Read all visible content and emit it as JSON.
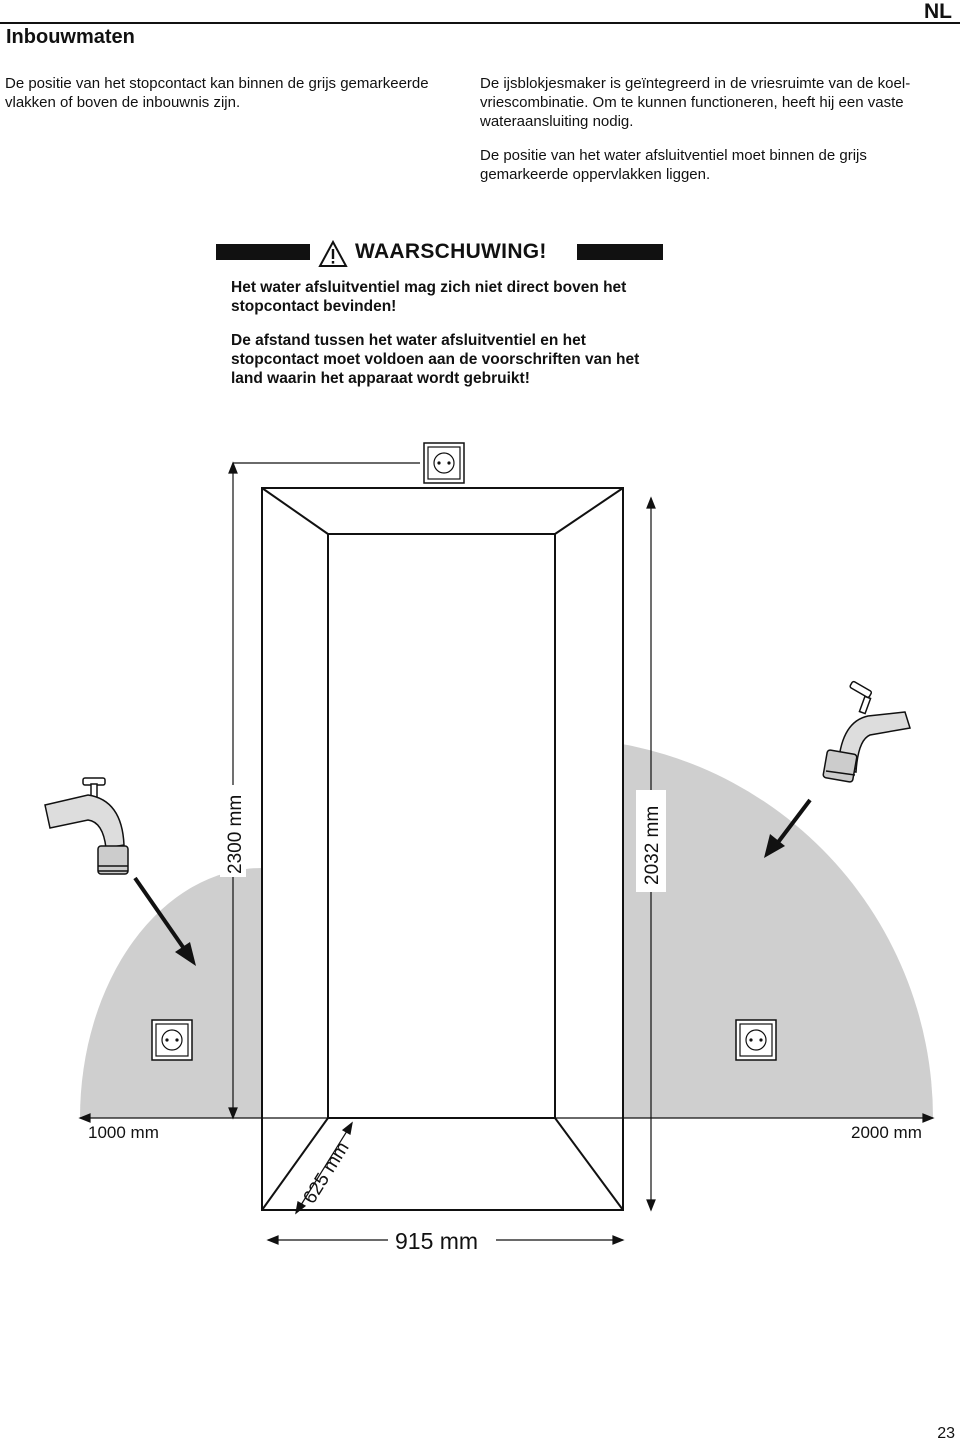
{
  "header": {
    "title": "Inbouwmaten",
    "lang": "NL"
  },
  "intro_left": "De positie van het stopcontact kan binnen de grijs gemarkeerde vlakken of boven de inbouwnis zijn.",
  "intro_right": [
    "De ijsblokjesmaker is geïntegreerd in de vriesruimte van de koel-vriescombinatie. Om te kunnen functioneren, heeft hij een vaste wateraansluiting nodig.",
    "De positie van het water afsluitventiel moet binnen de grijs gemarkeerde oppervlakken liggen."
  ],
  "warning": {
    "title": "WAARSCHUWING!",
    "paragraphs": [
      "Het water afsluitventiel mag zich niet direct boven het stopcontact bevinden!",
      "De afstand tussen het water afsluitventiel en het stopcontact moet voldoen aan de voorschriften van het land waarin het apparaat wordt gebruikt!"
    ]
  },
  "diagram": {
    "dim_height_total": "2300 mm",
    "dim_height_niche": "2032 mm",
    "dim_left_zone": "1000 mm",
    "dim_right_zone": "2000 mm",
    "dim_depth": "625 mm",
    "dim_width": "915 mm",
    "colors": {
      "zone": "#cfcfcf",
      "line": "#111111"
    }
  },
  "page_number": "23"
}
